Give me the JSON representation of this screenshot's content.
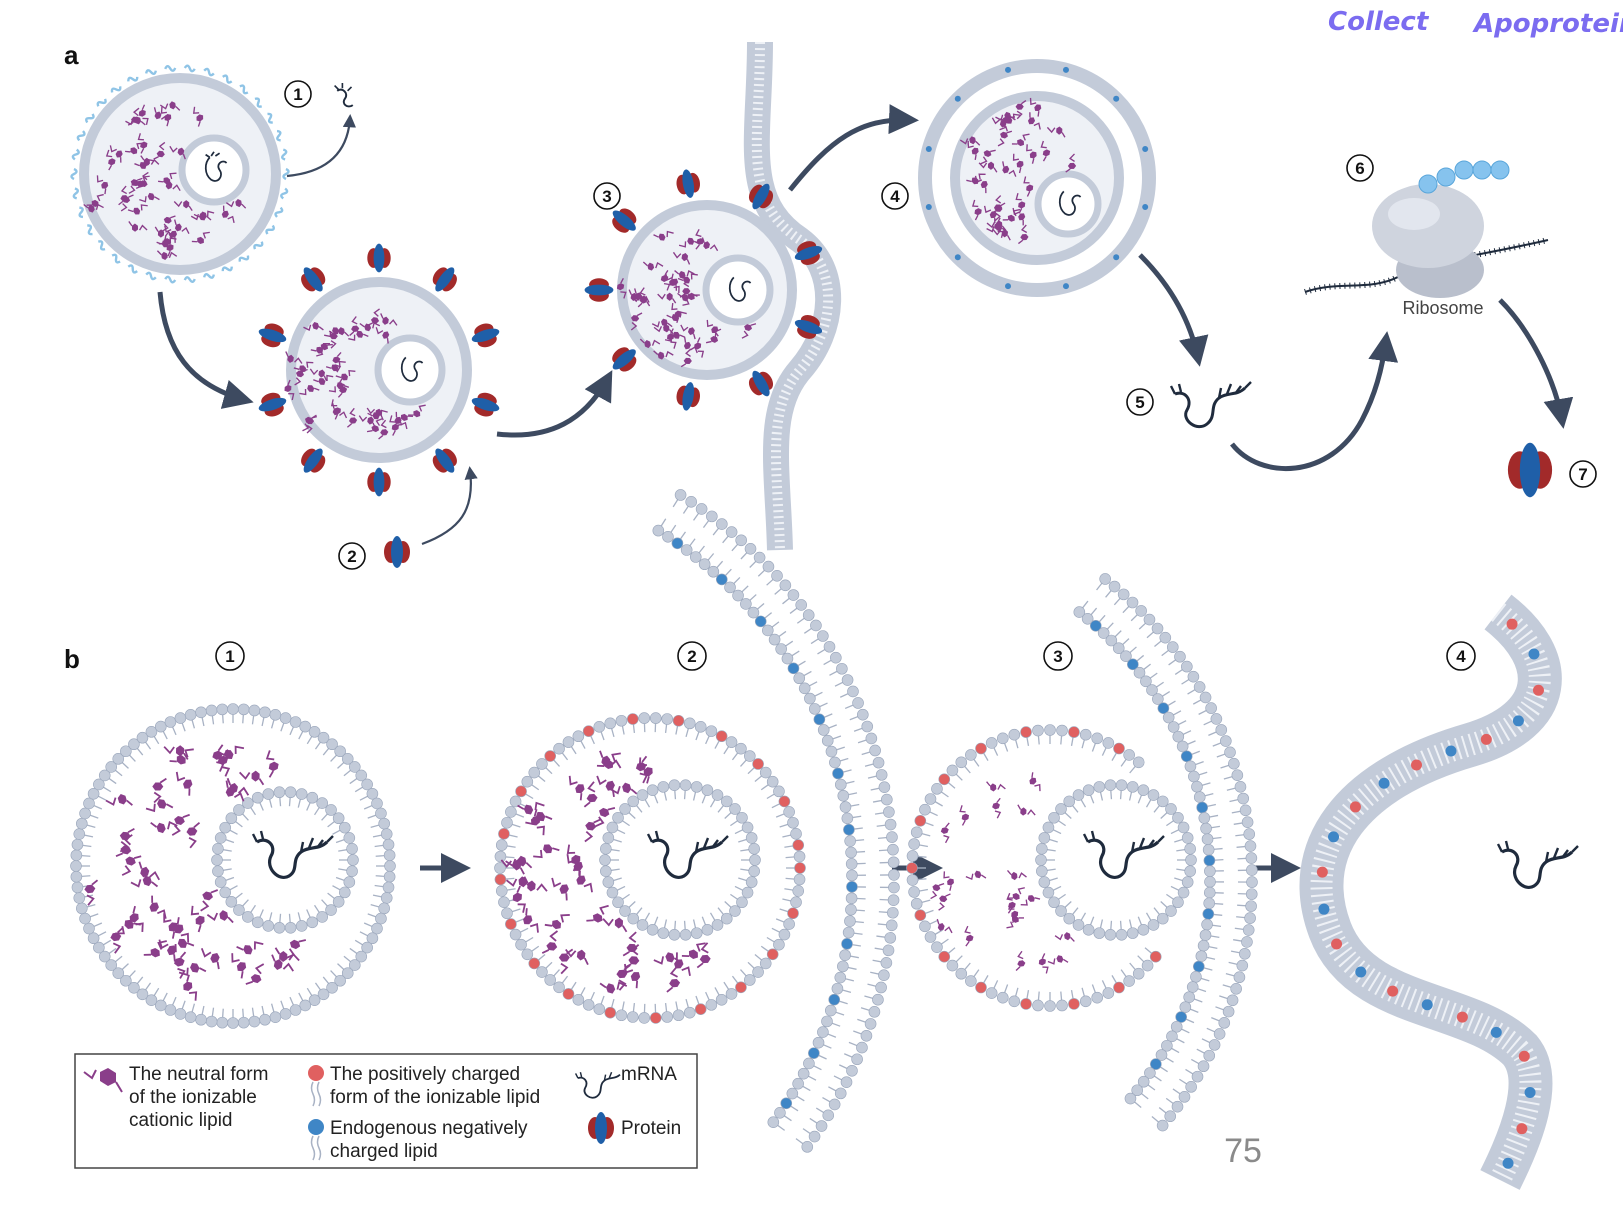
{
  "annotations": {
    "handwritten_left": "Collect",
    "handwritten_right": "Apoprotein"
  },
  "panels": {
    "a": "a",
    "b": "b"
  },
  "steps_a": [
    "1",
    "2",
    "3",
    "4",
    "5",
    "6",
    "7"
  ],
  "steps_b": [
    "1",
    "2",
    "3",
    "4"
  ],
  "ribosome_label": "Ribosome",
  "legend": {
    "neutral": [
      "The neutral form",
      "of the ionizable",
      "cationic lipid"
    ],
    "positive": [
      "The positively charged",
      "form of the ionizable lipid"
    ],
    "negative": [
      "Endogenous negatively",
      "charged lipid"
    ],
    "mrna": "mRNA",
    "protein": "Protein"
  },
  "page_number": "75",
  "colors": {
    "membrane": "#c3cbd9",
    "membrane_dark": "#9aa6bb",
    "tail": "#a8b2c4",
    "lipid_neutral": "#8a3e8a",
    "positive": "#e06060",
    "negative": "#3f86c6",
    "protein_blue": "#1f5fa8",
    "protein_red": "#a22a2a",
    "arrow": "#3d4a60",
    "ribosome": "#c7ccd6",
    "peptide": "#86c3ee",
    "apoe_tag": "#8fc4e6"
  },
  "icons": [
    "mrna-icon",
    "protein-icon",
    "ribosome-icon",
    "lnp-icon",
    "endosome-membrane-icon"
  ]
}
